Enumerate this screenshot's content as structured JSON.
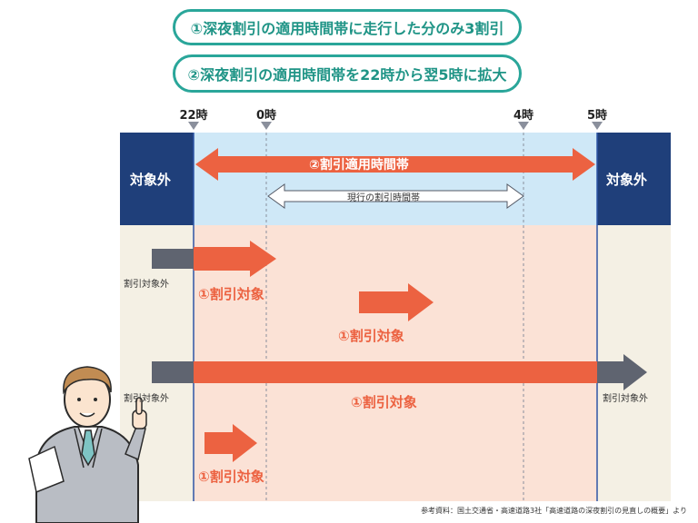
{
  "headers": {
    "rule1": "①深夜割引の適用時間帯に走行した分のみ3割引",
    "rule2": "②深夜割引の適用時間帯を22時から翌5時に拡大"
  },
  "timeline": {
    "t22": "22時",
    "t0": "0時",
    "t4": "4時",
    "t5": "5時"
  },
  "bands": {
    "outside_left": "対象外",
    "outside_right": "対象外",
    "new_window": "②割引適用時間帯",
    "current_window": "現行の割引時間帯"
  },
  "cases": {
    "ineligible_label": "割引対象外",
    "eligible_label": "①割引対象"
  },
  "source": "参考資料：国土交通省・高速道路3社「高速道路の深夜割引の見直しの概要」より",
  "colors": {
    "navy": "#1f3f7a",
    "light_blue": "#cfe8f7",
    "peach": "#fbe2d6",
    "beige": "#f4f0e4",
    "orange": "#ec6241",
    "gray": "#5f6470",
    "teal": "#2aa69a"
  }
}
